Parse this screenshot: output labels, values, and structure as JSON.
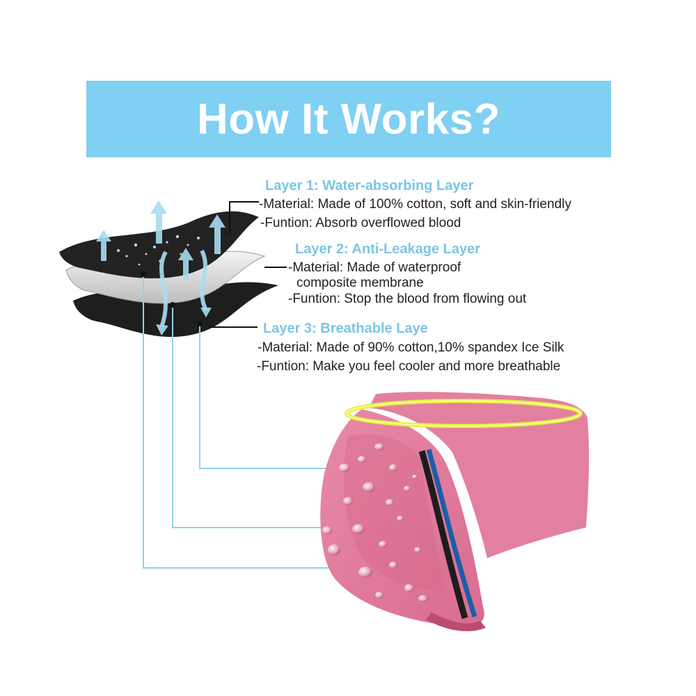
{
  "banner": {
    "title": "How It Works?",
    "background": "#7fd0f2",
    "text_color": "#ffffff"
  },
  "layers": [
    {
      "heading": "Layer 1:  Water-absorbing Layer",
      "lines": [
        "-Material: Made of 100% cotton, soft and skin-friendly",
        "-Funtion: Absorb overflowed blood"
      ]
    },
    {
      "heading": "Layer 2:  Anti-Leakage Layer",
      "lines": [
        "-Material: Made of waterproof",
        "composite membrane",
        "-Funtion: Stop the blood from flowing out"
      ]
    },
    {
      "heading": "Layer 3:  Breathable Laye",
      "lines": [
        "-Material: Made of 90% cotton,10% spandex Ice Silk",
        "-Funtion: Make you feel cooler and more breathable"
      ]
    }
  ],
  "colors": {
    "heading": "#7cc5e6",
    "body_text": "#222222",
    "connector": "#8fd3f0",
    "fabric_dark": "#1f1f1f",
    "membrane": "#d8d8d8",
    "garment": "#e07a9a",
    "waistband_ring": "#e4f03a",
    "arrow": "#a9dbf0"
  },
  "icons": [
    "upward-arrow-icon",
    "water-droplet-icon"
  ]
}
